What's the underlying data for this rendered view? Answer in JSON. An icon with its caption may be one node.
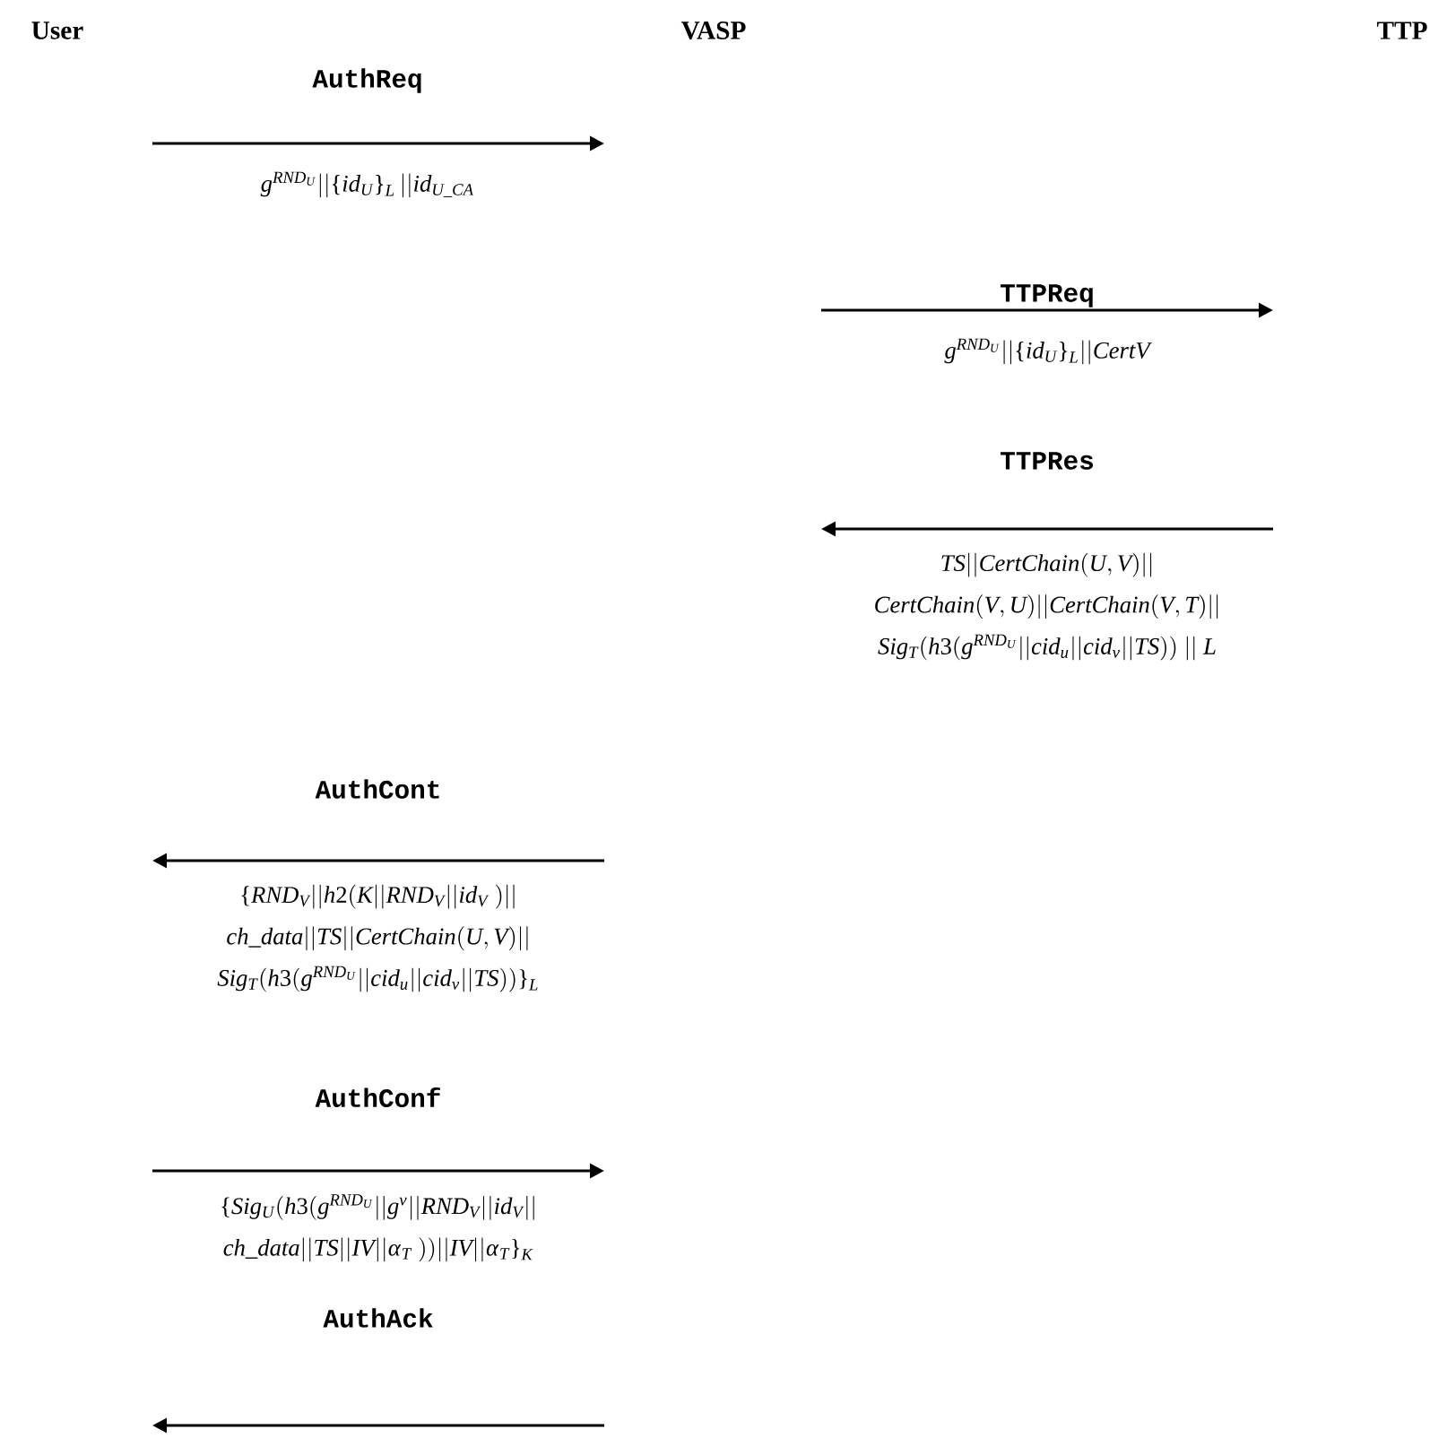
{
  "diagram": {
    "labels": [
      "User",
      "VASP",
      "TTP",
      "AuthReq",
      "g^{RND_U}||\\{id_U\\}_L\\,||id_{U\\_CA}",
      "TTPReq",
      "g^{RND_U}||\\{id_U\\}_L||CertV",
      "TTPRes",
      "\\begin{array}{c}TS||CertChain(U,V)||\\\\ CertChain(V,U)||CertChain(V,T)||\\\\ Sig_T(h3(g^{RND_U}||cid_u||cid_v||TS))\\ ||\\ L\\end{array}",
      "AuthCont",
      "\\begin{array}{c}\\{RND_V||h2(K||RND_V||id_V\\ )||\\\\ ch\\_data||TS||CertChain(U,V)||\\\\ Sig_T(h3(g^{RND_U}||cid_u||cid_v||TS))\\}_L\\end{array}",
      "AuthConf",
      "\\begin{array}{c}\\{Sig_U(h3(g^{RND_U}||g^v||RND_V||id_V||\\\\ ch\\_data||TS||IV||\\alpha_T\\ ))||IV||\\alpha_T\\}_K\\end{array}",
      "AuthAck"
    ]
  }
}
